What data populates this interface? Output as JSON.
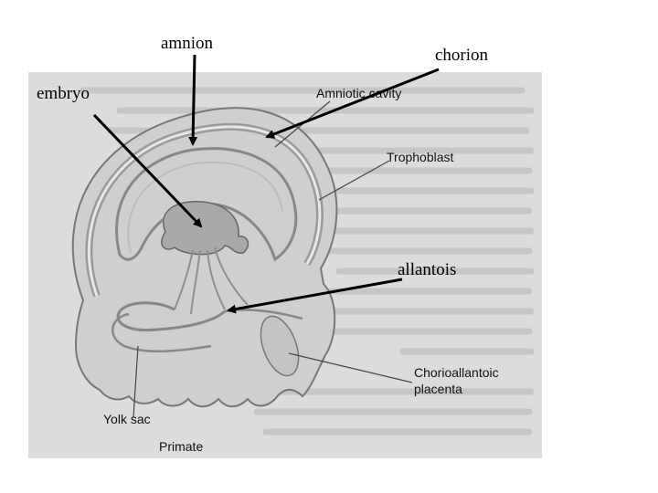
{
  "overlay_labels": {
    "amnion": "amnion",
    "chorion": "chorion",
    "embryo": "embryo",
    "allantois": "allantois"
  },
  "printed_labels": {
    "amniotic_cavity": "Amniotic cavity",
    "trophoblast": "Trophoblast",
    "chorioallantoic_line1": "Chorioallantoic",
    "chorioallantoic_line2": "placenta",
    "yolk_sac": "Yolk sac",
    "primate": "Primate"
  },
  "colors": {
    "panel": "#dcdcdc",
    "membrane": "#8a8a8a",
    "embryo_fill": "#a9a9a9",
    "arrow": "#000000"
  }
}
